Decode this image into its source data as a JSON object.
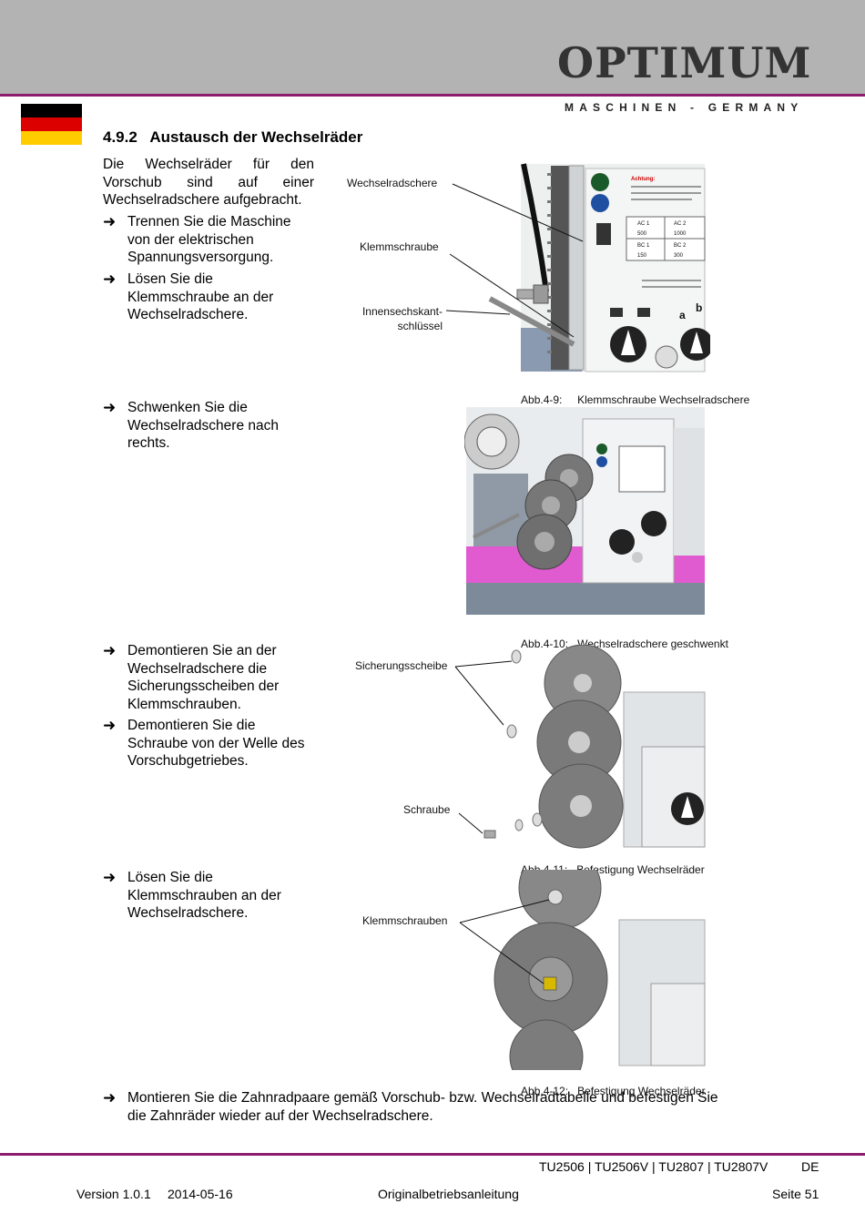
{
  "header": {
    "logo": "OPTIMUM",
    "logo_sub": "MASCHINEN - GERMANY",
    "flag_colors": [
      "#000000",
      "#dd0000",
      "#ffcc00"
    ]
  },
  "section": {
    "number_title": "4.9.2   Austausch der Wechselräder"
  },
  "intro": "Die Wechselräder für den Vorschub sind auf einer Wechselradschere aufgebracht.",
  "steps": [
    "Trennen Sie die Maschine von der elektrischen Spannungsversorgung.",
    "Lösen Sie die Klemmschraube an der Wechselradschere.",
    "Schwenken Sie die Wechselradschere nach rechts.",
    "Demontieren Sie an der Wechselradschere die Sicherungsscheiben der Klemmschrauben.",
    "Demontieren Sie die Schraube von der Welle des Vorschubgetriebes.",
    "Lösen Sie die Klemmschrauben an der Wechselradschere.",
    "Montieren Sie die Zahnradpaare gemäß Vorschub- bzw. Wechselradtabelle und befestigen Sie die Zahnräder wieder auf der Wechselradschere."
  ],
  "figures": {
    "fig9": {
      "labels": [
        "Wechselradschere",
        "Klemmschraube",
        "Innensechskant-",
        "schlüssel"
      ],
      "caption_num": "Abb.4-9:",
      "caption_text": "Klemmschraube Wechselradschere",
      "plate": {
        "title": "Achtung:",
        "cells": [
          "AC 1",
          "AC 2",
          "500",
          "1000",
          "BC 1",
          "BC 2",
          "150",
          "300"
        ],
        "letters": [
          "a",
          "b"
        ]
      }
    },
    "fig10": {
      "caption_num": "Abb.4-10:",
      "caption_text": "Wechselradschere geschwenkt"
    },
    "fig11": {
      "labels": [
        "Sicherungsscheibe",
        "Schraube"
      ],
      "caption_num": "Abb.4-11:",
      "caption_text": "Befestigung Wechselräder"
    },
    "fig12": {
      "labels": [
        "Klemmschrauben"
      ],
      "caption_num": "Abb.4-12:",
      "caption_text": "Befestigung Wechselräder"
    }
  },
  "footer": {
    "models": "TU2506 | TU2506V | TU2807 | TU2807V",
    "lang": "DE",
    "version": "Version 1.0.1",
    "date": "2014-05-16",
    "doc": "Originalbetriebsanleitung",
    "page": "Seite 51"
  }
}
